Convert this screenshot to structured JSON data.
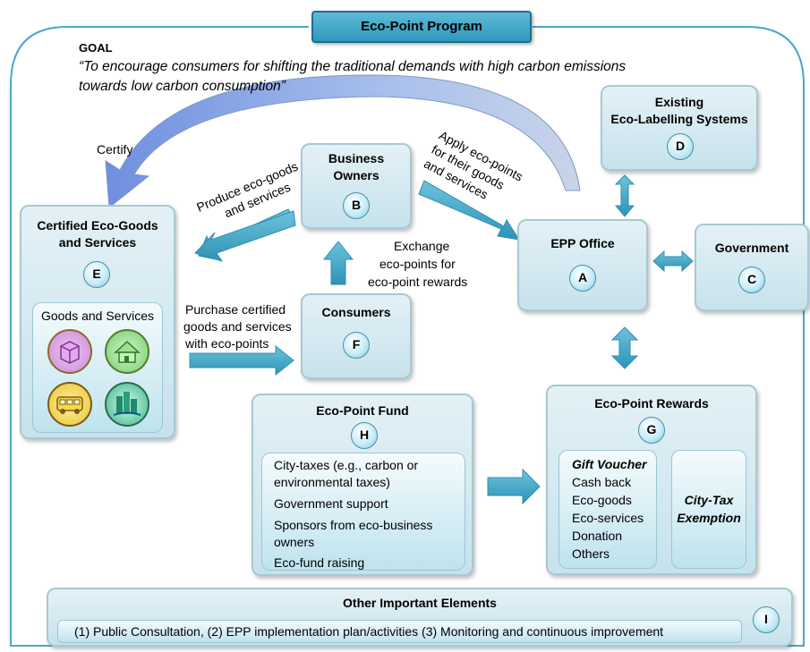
{
  "header": {
    "title": "Eco-Point Program"
  },
  "goal": {
    "label": "GOAL",
    "text_line1": "“To encourage consumers for shifting the traditional demands with high carbon emissions",
    "text_line2": "towards low carbon consumption”"
  },
  "nodes": {
    "d": {
      "title_line1": "Existing",
      "title_line2": "Eco-Labelling Systems",
      "badge": "D"
    },
    "b": {
      "title_line1": "Business",
      "title_line2": "Owners",
      "badge": "B"
    },
    "e": {
      "title_line1": "Certified Eco-Goods",
      "title_line2": "and Services",
      "badge": "E",
      "inner_title": "Goods and Services"
    },
    "a": {
      "title": "EPP Office",
      "badge": "A"
    },
    "c": {
      "title": "Government",
      "badge": "C"
    },
    "f": {
      "title": "Consumers",
      "badge": "F"
    },
    "h": {
      "title": "Eco-Point Fund",
      "badge": "H",
      "items": [
        "City-taxes (e.g., carbon or",
        "environmental taxes)",
        "Government support",
        "Sponsors from eco-business",
        "owners",
        "Eco-fund raising"
      ]
    },
    "g": {
      "title": "Eco-Point Rewards",
      "badge": "G",
      "voucher_title": "Gift Voucher",
      "voucher_items": [
        "Cash back",
        "Eco-goods",
        "Eco-services",
        "Donation",
        "Others"
      ],
      "tax_line1": "City-Tax",
      "tax_line2": "Exemption"
    },
    "i": {
      "title": "Other Important Elements",
      "badge": "I",
      "text": "(1) Public Consultation, (2) EPP implementation plan/activities (3) Monitoring and continuous improvement"
    }
  },
  "edge_labels": {
    "certify": "Certify",
    "produce_line1": "Produce eco-goods",
    "produce_line2": "and services",
    "apply_line1": "Apply eco-points",
    "apply_line2": "for their goods",
    "apply_line3": "and services",
    "exchange_line1": "Exchange",
    "exchange_line2": "eco-points for",
    "exchange_line3": "eco-point rewards",
    "purchase_line1": "Purchase certified",
    "purchase_line2": "goods and services",
    "purchase_line3": "with eco-points"
  },
  "icons": [
    "package-icon",
    "house-icon",
    "vehicle-icon",
    "city-icon"
  ],
  "colors": {
    "arrow_fill": "#4aaac9",
    "box_border": "#a8c8d2",
    "title_fill": "#3aa7c6",
    "certify_arrow": "#8fa9e0"
  }
}
